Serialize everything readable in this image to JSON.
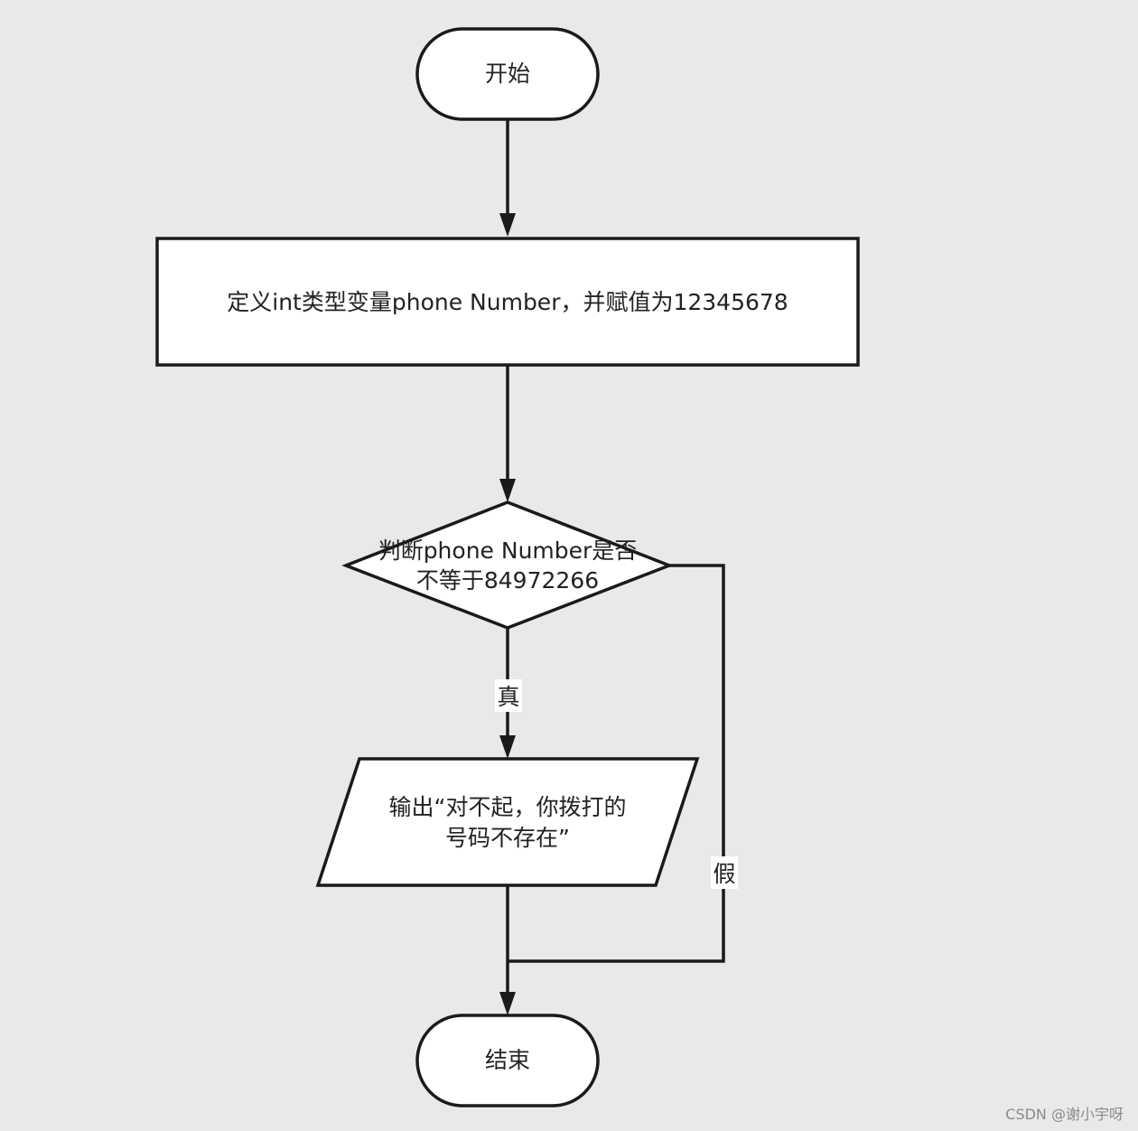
{
  "nodes": {
    "start": {
      "label": "开始"
    },
    "define": {
      "label": "定义int类型变量phone Number，并赋值为12345678"
    },
    "decision": {
      "line1": "判断phone Number是否",
      "line2": "不等于84972266"
    },
    "output": {
      "line1": "输出“对不起，你拨打的",
      "line2": "号码不存在”"
    },
    "end": {
      "label": "结束"
    }
  },
  "edges": {
    "true_label": "真",
    "false_label": "假"
  },
  "watermark": "CSDN @谢小宇呀"
}
